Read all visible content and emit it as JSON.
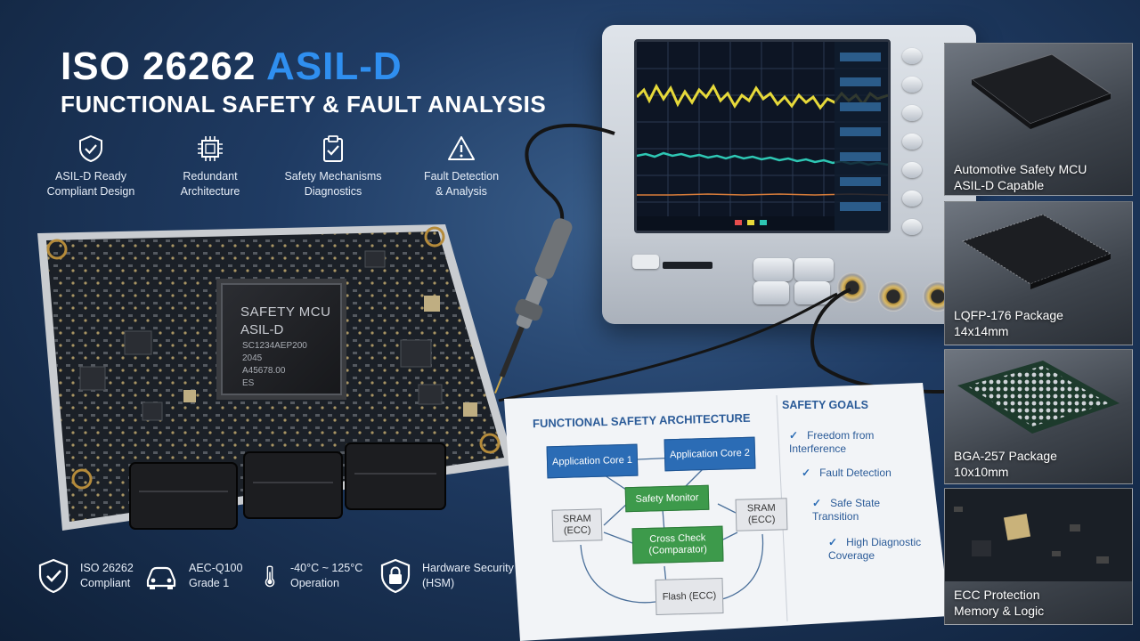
{
  "title": {
    "main": "ISO 26262",
    "accent": "ASIL-D",
    "subtitle": "FUNCTIONAL SAFETY & FAULT ANALYSIS"
  },
  "features": [
    {
      "icon": "shield-check-icon",
      "line1": "ASIL-D Ready",
      "line2": "Compliant Design"
    },
    {
      "icon": "chip-icon",
      "line1": "Redundant",
      "line2": "Architecture"
    },
    {
      "icon": "clipboard-check-icon",
      "line1": "Safety Mechanisms",
      "line2": "Diagnostics"
    },
    {
      "icon": "warning-triangle-icon",
      "line1": "Fault Detection",
      "line2": "& Analysis"
    }
  ],
  "badges": [
    {
      "icon": "shield-check-icon",
      "line1": "ISO 26262",
      "line2": "Compliant"
    },
    {
      "icon": "car-icon",
      "line1": "AEC-Q100",
      "line2": "Grade 1"
    },
    {
      "icon": "thermometer-icon",
      "line1": "-40°C ~ 125°C",
      "line2": "Operation"
    },
    {
      "icon": "lock-shield-icon",
      "line1": "Hardware Security",
      "line2": "(HSM)"
    }
  ],
  "mcu": {
    "line1": "SAFETY MCU",
    "line2": "ASIL-D",
    "mark1": "SC1234AEP200",
    "mark2": "2045",
    "mark3": "A45678.00",
    "mark4": "ES"
  },
  "panels": [
    {
      "line1": "Automotive Safety MCU",
      "line2": "ASIL-D Capable"
    },
    {
      "line1": "LQFP-176 Package",
      "line2": "14x14mm"
    },
    {
      "line1": "BGA-257 Package",
      "line2": "10x10mm"
    },
    {
      "line1": "ECC Protection",
      "line2": "Memory & Logic"
    }
  ],
  "diagram": {
    "title": "FUNCTIONAL SAFETY ARCHITECTURE",
    "core1": "Application Core 1",
    "core2": "Application Core 2",
    "monitor": "Safety Monitor",
    "sram_left": "SRAM (ECC)",
    "sram_right": "SRAM (ECC)",
    "cross_check": "Cross Check (Comparator)",
    "flash": "Flash (ECC)"
  },
  "safety_goals": {
    "title": "SAFETY GOALS",
    "items": [
      "Freedom from Interference",
      "Fault Detection",
      "Safe State Transition",
      "High Diagnostic Coverage"
    ]
  },
  "colors": {
    "accent": "#2f8ff0",
    "diagram_blue": "#2b6cb5",
    "diagram_green": "#3d9a4b",
    "trace_yellow": "#e6d93a",
    "trace_cyan": "#2ec7b4"
  }
}
